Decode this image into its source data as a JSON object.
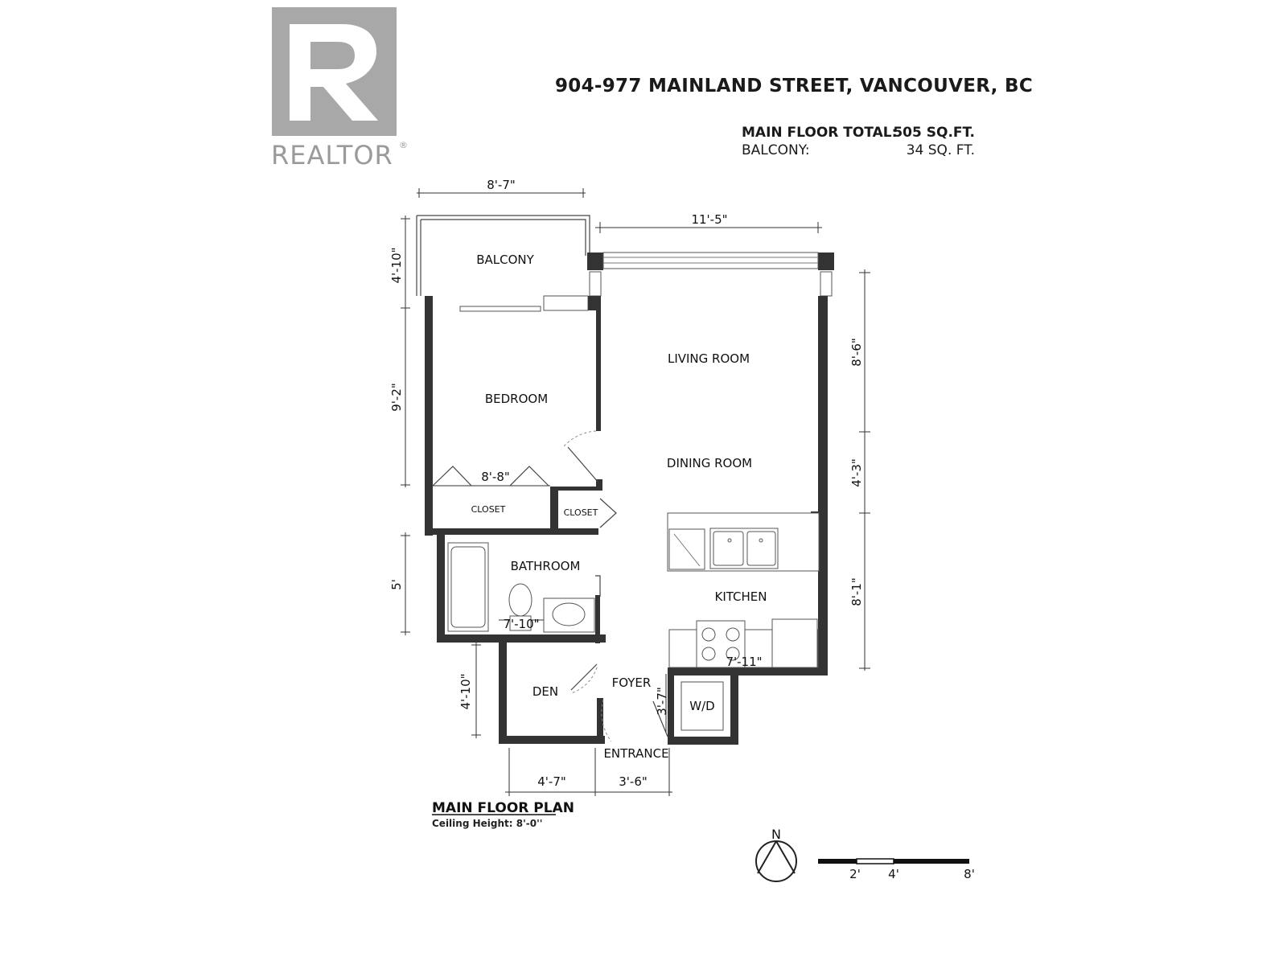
{
  "logo": {
    "letter": "R",
    "wordmark": "REALTOR",
    "mark": "®"
  },
  "header": {
    "address": "904-977 MAINLAND STREET, VANCOUVER, BC",
    "areas": [
      {
        "label": "MAIN FLOOR TOTAL:",
        "value": "505 SQ.FT."
      },
      {
        "label": "BALCONY:",
        "value": "34 SQ. FT."
      }
    ]
  },
  "rooms": {
    "balcony": "BALCONY",
    "bedroom": "BEDROOM",
    "living": "LIVING ROOM",
    "dining": "DINING ROOM",
    "closet1": "CLOSET",
    "closet2": "CLOSET",
    "bathroom": "BATHROOM",
    "kitchen": "KITCHEN",
    "den": "DEN",
    "foyer": "FOYER",
    "wd": "W/D",
    "entrance": "ENTRANCE"
  },
  "dimensions": {
    "balcony_width": "8'-7\"",
    "balcony_depth": "4'-10\"",
    "living_width": "11'-5\"",
    "living_depth": "8'-6\"",
    "bedroom_depth": "9'-2\"",
    "bedroom_width": "8'-8\"",
    "dining_depth": "4'-3\"",
    "bathroom_depth": "5'",
    "bathroom_width": "7'-10\"",
    "kitchen_depth": "8'-1\"",
    "kitchen_width": "7'-11\"",
    "foyer_depth": "3'-7\"",
    "den_depth": "4'-10\"",
    "den_width": "4'-7\"",
    "foyer_width": "3'-6\""
  },
  "footer": {
    "plan_title": "MAIN FLOOR PLAN",
    "ceiling": "Ceiling Height: 8'-0''"
  },
  "compass": {
    "north": "N"
  },
  "scale_bar": {
    "labels": [
      "2'",
      "4'",
      "8'"
    ]
  }
}
